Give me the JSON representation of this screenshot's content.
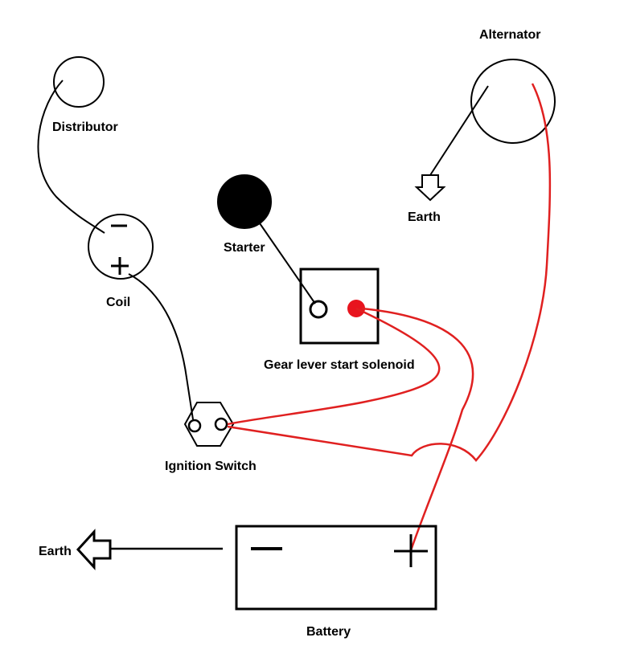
{
  "labels": {
    "distributor": "Distributor",
    "coil": "Coil",
    "starter": "Starter",
    "alternator": "Alternator",
    "alternator_earth": "Earth",
    "solenoid": "Gear lever start solenoid",
    "ignition_switch": "Ignition Switch",
    "battery_earth": "Earth",
    "battery": "Battery"
  },
  "colors": {
    "wire_black": "#000000",
    "wire_red": "#e02020",
    "terminal_red": "#e8141e",
    "starter_fill": "#000000"
  },
  "icons": {
    "earth_down": "hollow-arrow-down",
    "earth_left": "hollow-arrow-left",
    "plus": "plus-sign",
    "minus": "minus-sign"
  }
}
